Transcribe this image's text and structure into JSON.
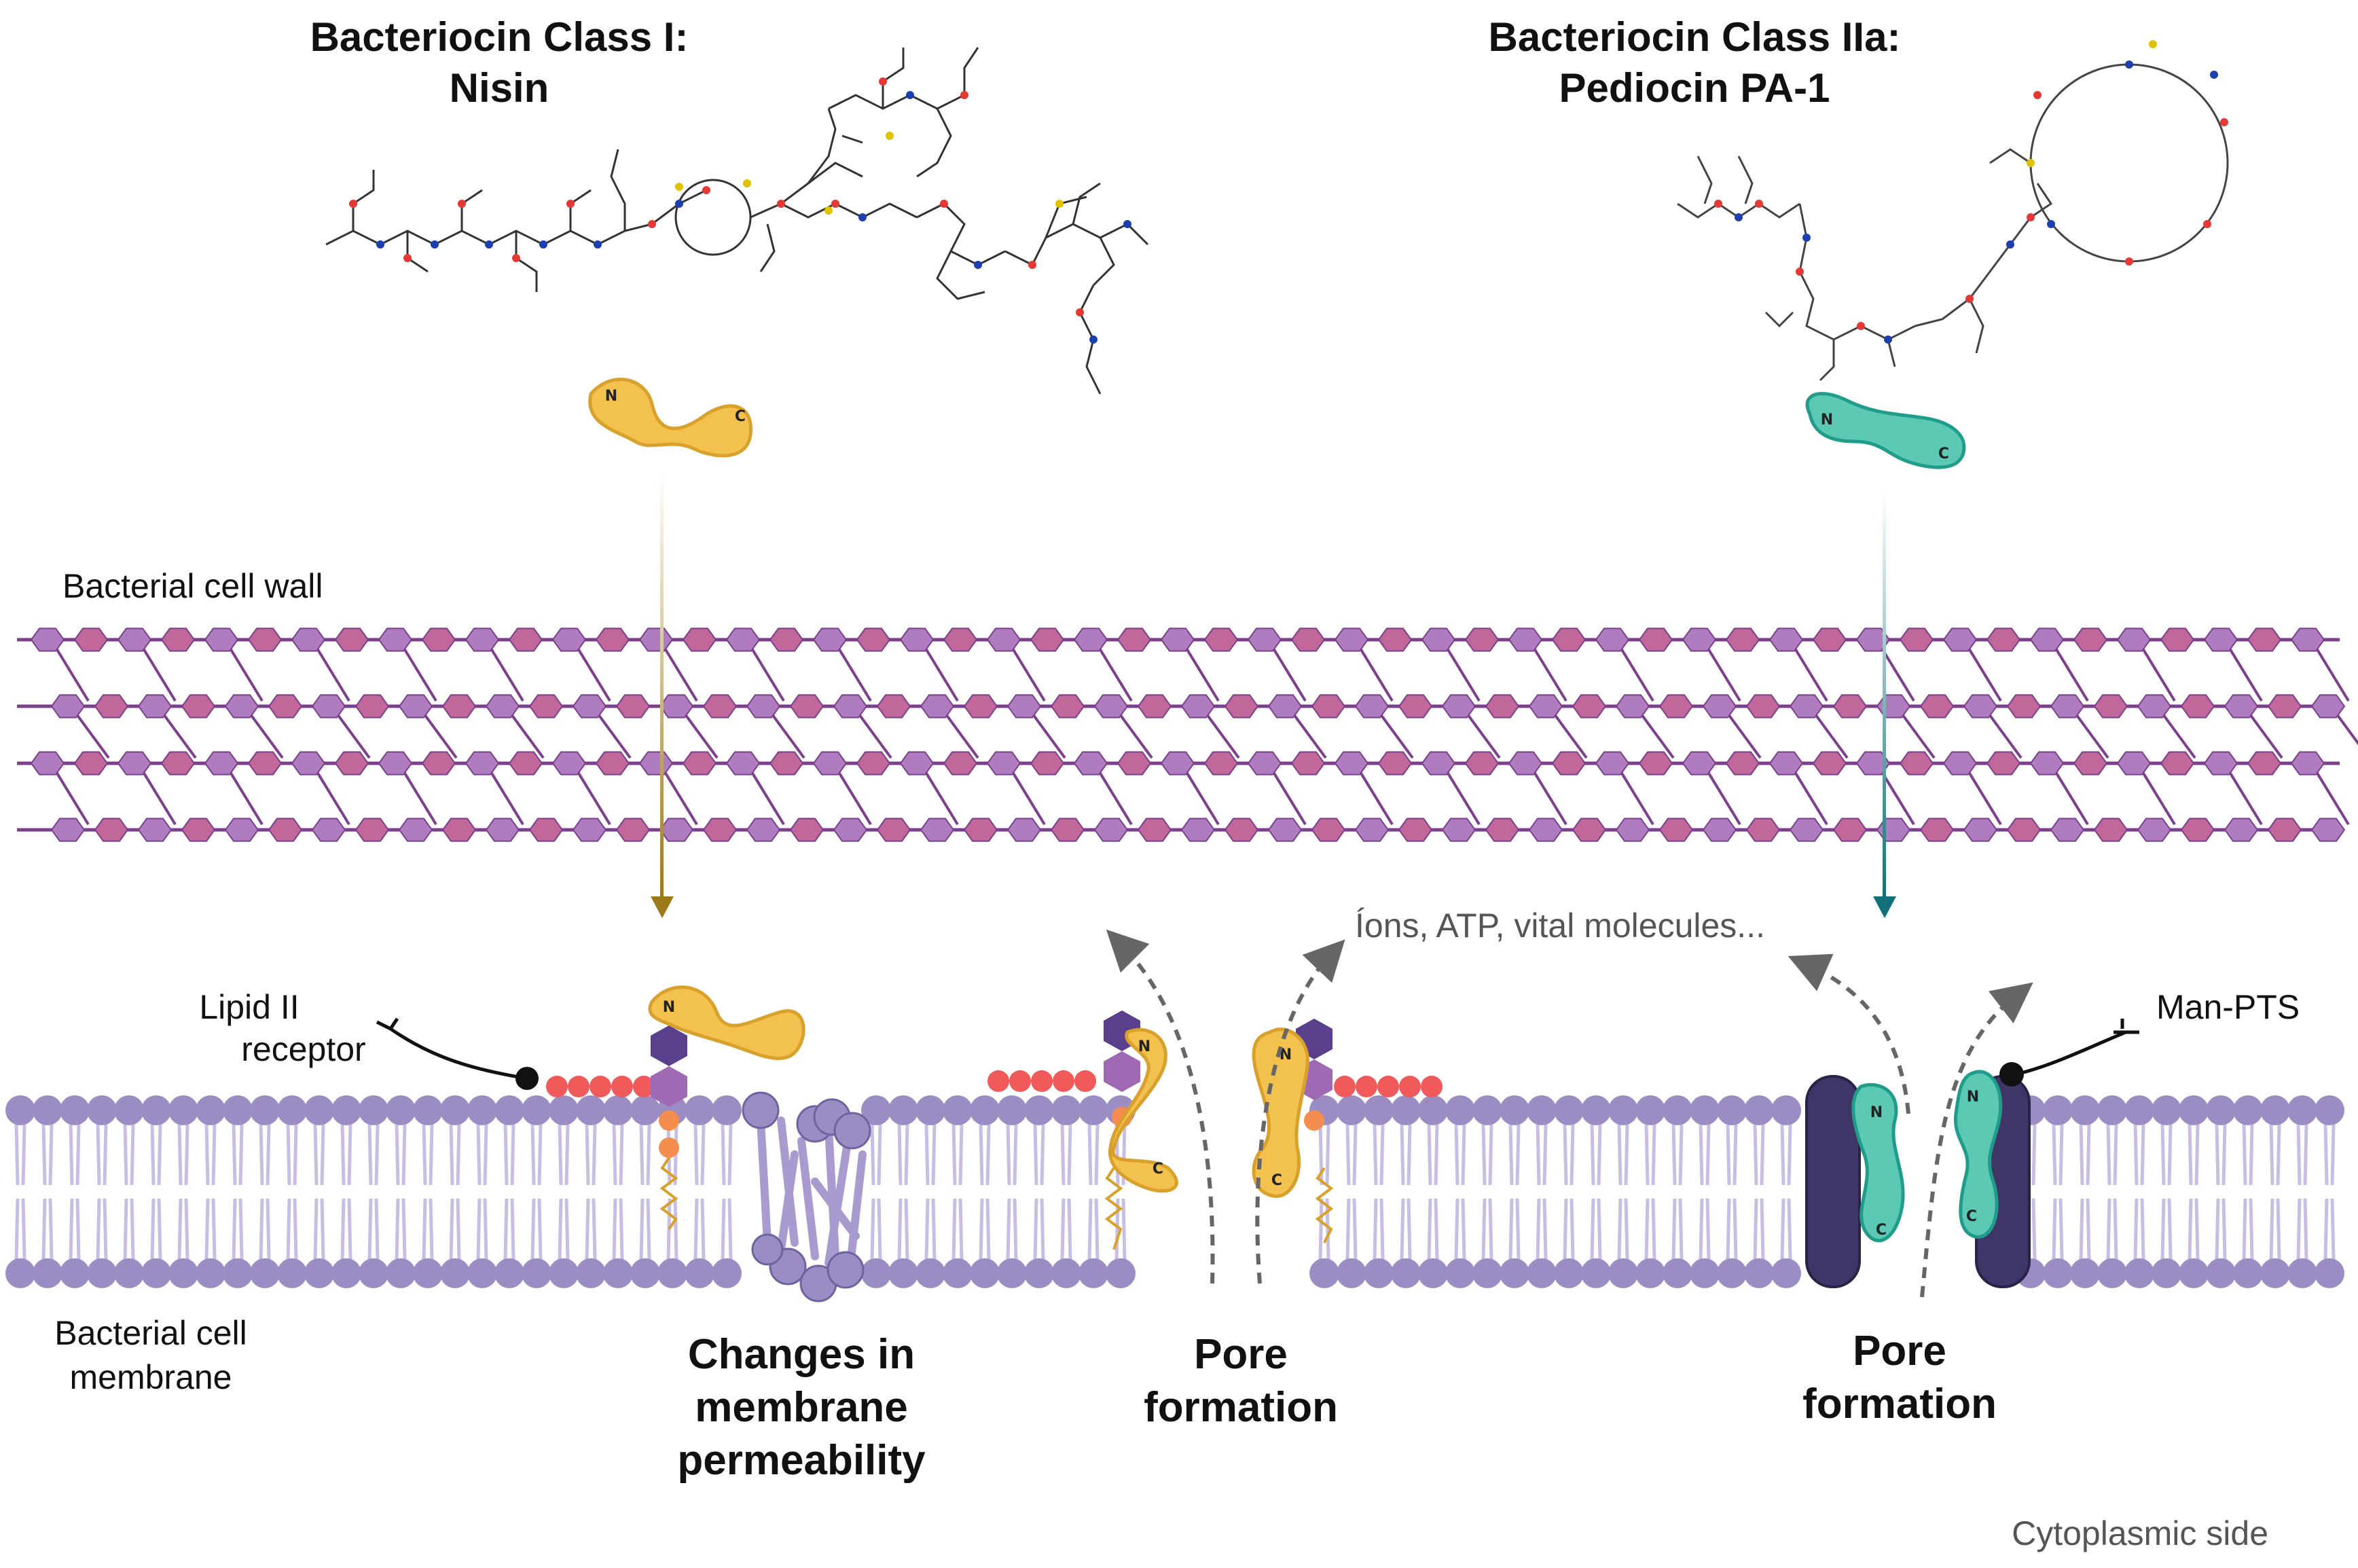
{
  "titles": {
    "nisin_line1": "Bacteriocin Class I:",
    "nisin_line2": "Nisin",
    "pediocin_line1": "Bacteriocin Class IIa:",
    "pediocin_line2": "Pediocin PA-1"
  },
  "labels": {
    "cell_wall": "Bacterial cell wall",
    "membrane_line1": "Bacterial cell",
    "membrane_line2": "membrane",
    "lipid_line1": "Lipid II",
    "lipid_line2": "receptor",
    "man_pts": "Man-PTS",
    "ions": "Íons, ATP, vital molecules...",
    "cytoplasmic": "Cytoplasmic side",
    "permeability_line1": "Changes in",
    "permeability_line2": "membrane",
    "permeability_line3": "permeability",
    "pore1_line1": "Pore",
    "pore1_line2": "formation",
    "pore2_line1": "Pore",
    "pore2_line2": "formation"
  },
  "termini": {
    "n": "N",
    "c": "C"
  },
  "colors": {
    "nisin": "#f2c14e",
    "nisin_stroke": "#d9a12b",
    "pediocin": "#5cc9b5",
    "pediocin_stroke": "#1f9d8a",
    "wall_pink": "#c2679a",
    "wall_purple": "#b07cc0",
    "wall_line": "#7b3f8c",
    "membrane_head": "#9b8cc4",
    "membrane_tail": "#c8bde3",
    "lipid_red": "#f05a5a",
    "lipid_orange": "#f58d4f",
    "hexagon_dark": "#5a3f8c",
    "hexagon_mid": "#9f6ab3",
    "receptor_dark": "#3f3566",
    "arrow_gold": "#9c7a1a",
    "arrow_teal": "#12707a"
  }
}
